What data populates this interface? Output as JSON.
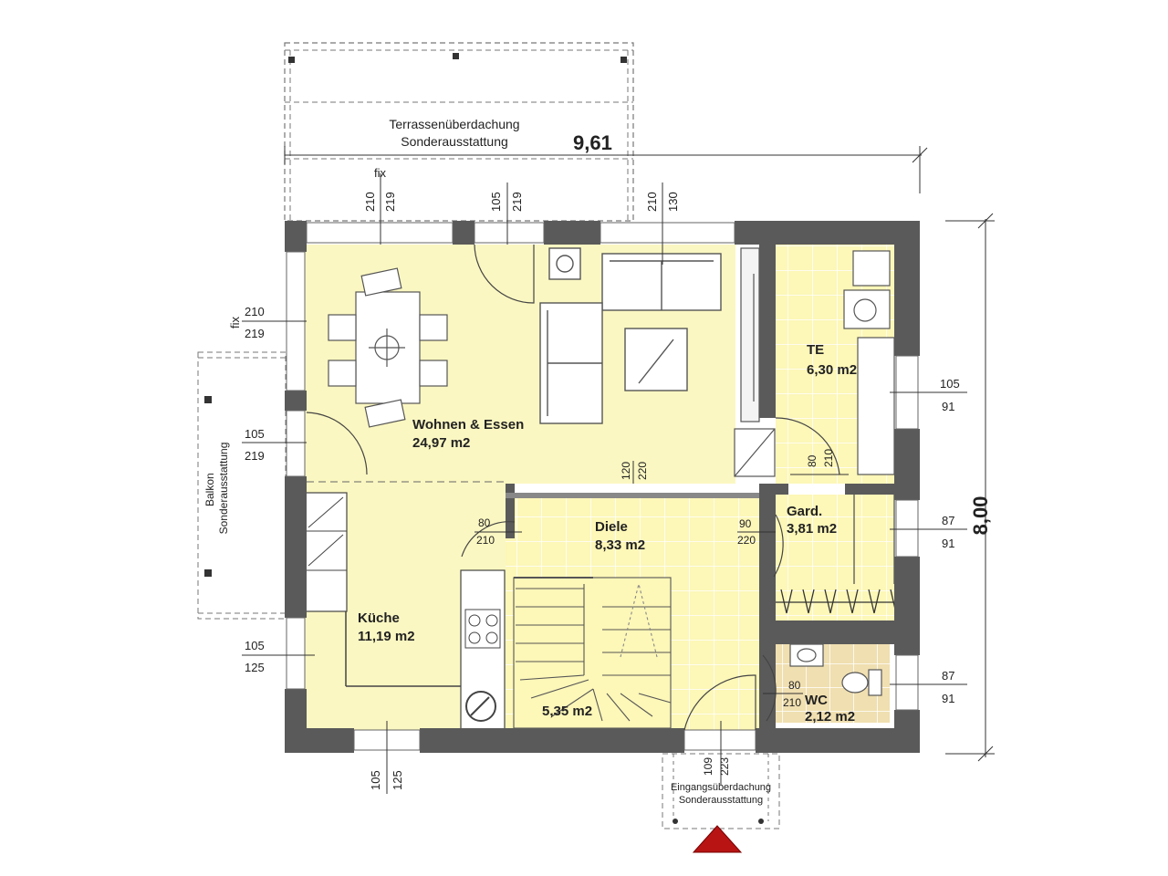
{
  "colors": {
    "wall": "#5a5a5a",
    "living": "#fbf7c2",
    "tile": "#fdf7b8",
    "wc_tile": "#f0dfb0",
    "entrance": "#b81414"
  },
  "overall": {
    "width": "9,61",
    "depth": "8,00"
  },
  "terrace": {
    "line1": "Terrassenüberdachung",
    "line2": "Sonderausstattung"
  },
  "balcony": {
    "line1": "Balkon",
    "line2": "Sonderausstattung"
  },
  "entrance_roof": {
    "line1": "Eingangsüberdachung",
    "line2": "Sonderausstattung"
  },
  "rooms": {
    "living": {
      "name": "Wohnen & Essen",
      "area": "24,97 m2"
    },
    "kitchen": {
      "name": "Küche",
      "area": "11,19 m2"
    },
    "hall": {
      "name": "Diele",
      "area": "8,33 m2"
    },
    "stairs": {
      "area": "5,35 m2"
    },
    "tech": {
      "name": "TE",
      "area": "6,30 m2"
    },
    "wardrobe": {
      "name": "Gard.",
      "area": "3,81 m2"
    },
    "wc": {
      "name": "WC",
      "area": "2,12 m2"
    }
  },
  "labels": {
    "fix": "fix",
    "fix_left": "fix"
  },
  "dims": {
    "top_win1": {
      "a": "210",
      "b": "219"
    },
    "top_door": {
      "a": "105",
      "b": "219"
    },
    "top_win3": {
      "a": "210",
      "b": "130"
    },
    "left_win1": {
      "a": "210",
      "b": "219"
    },
    "left_door": {
      "a": "105",
      "b": "219"
    },
    "left_win2": {
      "a": "105",
      "b": "125"
    },
    "bottom_win": {
      "a": "105",
      "b": "125"
    },
    "right_te": {
      "a": "105",
      "b": "91"
    },
    "right_gard": {
      "a": "87",
      "b": "91"
    },
    "right_wc": {
      "a": "87",
      "b": "91"
    },
    "living_open": {
      "a": "120",
      "b": "220"
    },
    "kitchen_door": {
      "a": "80",
      "b": "210"
    },
    "te_door": {
      "a": "80",
      "b": "210"
    },
    "gard_door": {
      "a": "90",
      "b": "220"
    },
    "wc_door": {
      "a": "80",
      "b": "210"
    },
    "entry_door": {
      "a": "109",
      "b": "223"
    }
  }
}
